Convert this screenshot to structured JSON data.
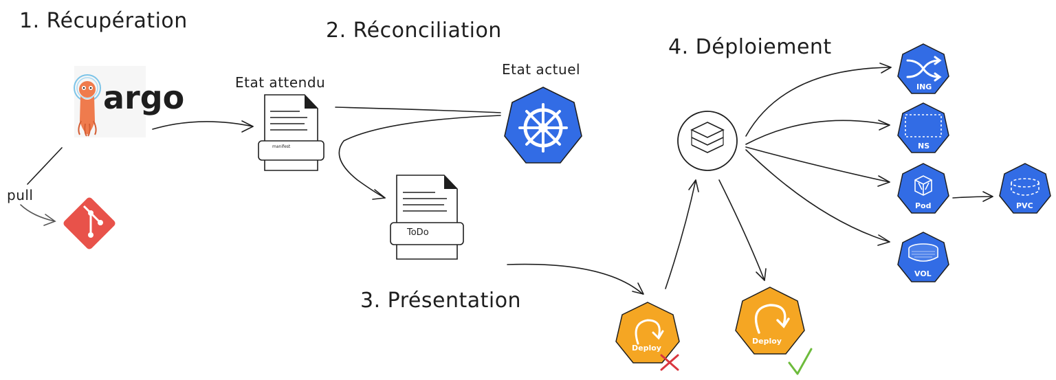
{
  "steps": {
    "recuperation": "1. Récupération",
    "reconciliation": "2. Réconciliation",
    "presentation": "3. Présentation",
    "deploiement": "4. Déploiement"
  },
  "labels": {
    "pull": "pull",
    "etat_attendu": "Etat attendu",
    "etat_actuel": "Etat actuel"
  },
  "logo": {
    "text": "argo"
  },
  "documents": {
    "manifest": "manifest",
    "todo": "ToDo"
  },
  "resources": {
    "ing": "ING",
    "ns": "NS",
    "pod": "Pod",
    "pvc": "PVC",
    "vol": "VOL",
    "deploy_failed": "Deploy",
    "deploy_success": "Deploy"
  },
  "colors": {
    "k8s_blue": "#326ce5",
    "deploy_orange": "#f5a623",
    "git_red": "#e8524a",
    "argo_orange": "#ef7b4d",
    "fail_red": "#d9363e",
    "success_green": "#6dbb3c"
  },
  "icons": [
    "argo-logo-icon",
    "git-icon",
    "manifest-document-icon",
    "todo-document-icon",
    "kubernetes-helm-icon",
    "layers-icon",
    "ingress-shuffle-icon",
    "namespace-icon",
    "pod-cube-icon",
    "pvc-icon",
    "volume-icon",
    "deploy-icon",
    "cross-icon",
    "check-icon"
  ]
}
